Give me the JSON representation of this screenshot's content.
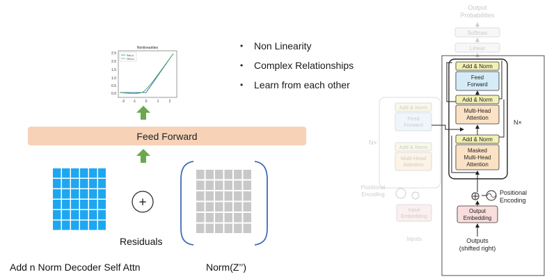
{
  "bullets": [
    "Non Linearity",
    "Complex Relationships",
    "Learn from each other"
  ],
  "feed_forward_label": "Feed Forward",
  "residuals_label": "Residuals",
  "bottom_left_label": "Add n Norm Decoder Self Attn",
  "norm_label": "Norm(Z’’)",
  "plus_symbol": "+",
  "colors": {
    "feed_forward_bar": "#f7d2b7",
    "arrow_green": "#6aa84f",
    "residual_cells": "#1ea7f0",
    "norm_cells": "#c8c8c8",
    "bracket_blue": "#3e6bb5",
    "relu_line": "#3a6fc4",
    "gelu_line": "#4caf50",
    "block_yellow": "#f3f0b5",
    "block_blue": "#d5ecf7",
    "block_orange": "#fbe2c4",
    "block_pink": "#f9dcdc"
  },
  "nonlinearity_plot": {
    "title": "Nonlinearities",
    "legend": [
      "ReLU",
      "GELU"
    ],
    "x_ticks": [
      "-2",
      "-1",
      "0",
      "1",
      "2"
    ],
    "y_ticks": [
      "2.5",
      "2.0",
      "1.5",
      "1.0",
      "0.5",
      "0.0"
    ]
  },
  "transformer": {
    "output_probabilities": "Output\nProbabilities",
    "softmax": "Softmax",
    "linear": "Linear",
    "add_norm": "Add & Norm",
    "feed_forward": "Feed\nForward",
    "multi_head_attention": "Multi-Head\nAttention",
    "masked_multi_head_attention": "Masked\nMulti-Head\nAttention",
    "output_embedding": "Output\nEmbedding",
    "input_embedding": "Input\nEmbedding",
    "positional_encoding": "Positional\nEncoding",
    "nx": "N×",
    "outputs": "Outputs\n(shifted right)",
    "inputs": "Inputs"
  }
}
